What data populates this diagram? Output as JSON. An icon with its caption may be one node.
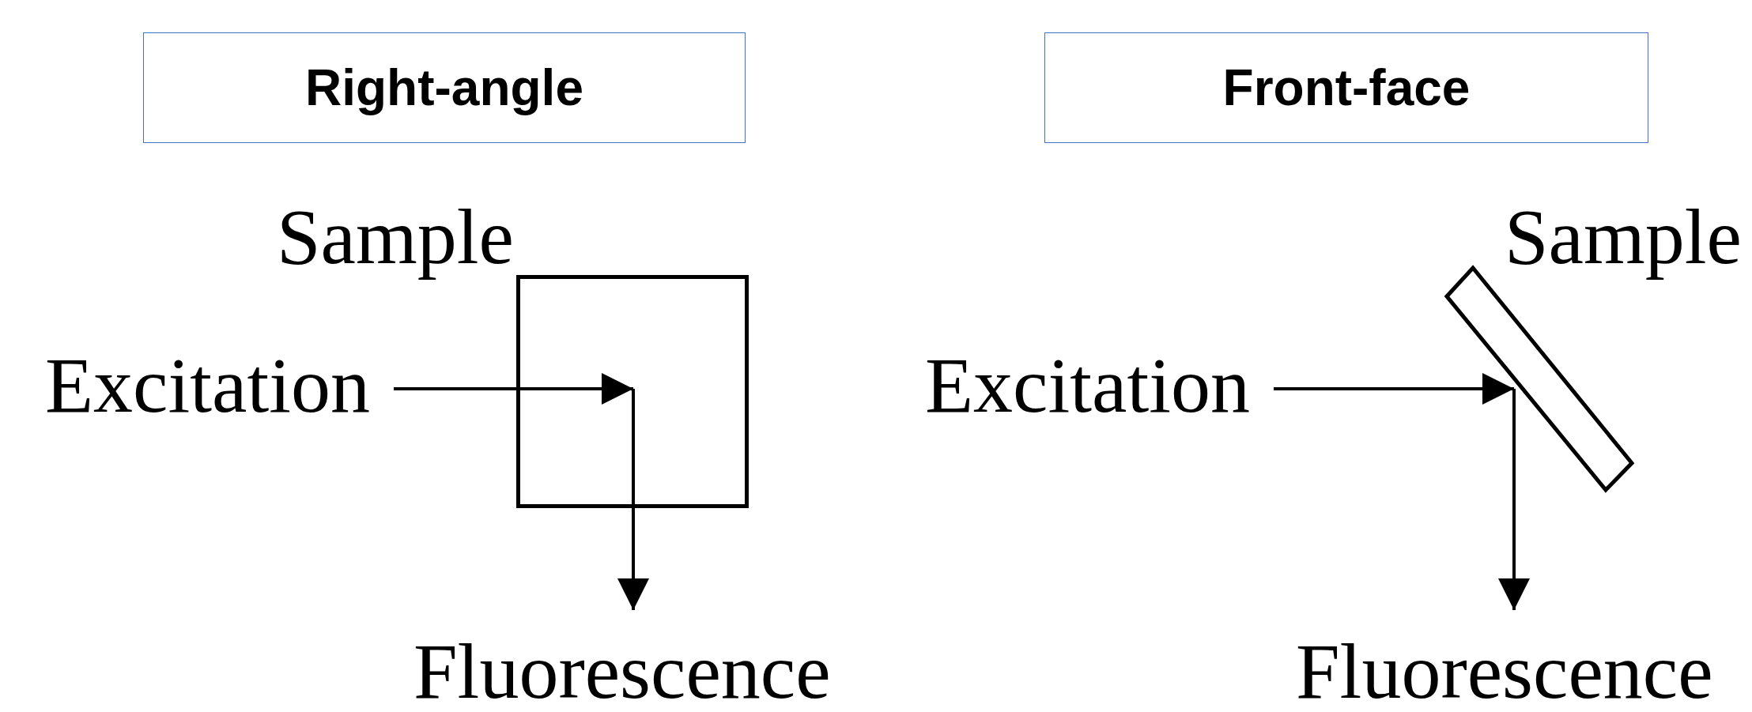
{
  "diagram": {
    "nodes": [
      {
        "text": [
          "Right-angle"
        ]
      },
      {
        "text": [
          "Front-face"
        ]
      },
      {
        "text": [
          "Sample"
        ]
      },
      {
        "text": [
          "Excitation"
        ]
      },
      {
        "text": [
          "Fluorescence"
        ]
      },
      {
        "text": [
          "Sample"
        ]
      },
      {
        "text": [
          "Excitation"
        ]
      },
      {
        "text": [
          "Fluorescence"
        ]
      }
    ],
    "edges": [
      {
        "from": 3,
        "to": 2,
        "arrow": "to"
      },
      {
        "from": 2,
        "to": 4,
        "arrow": "to"
      },
      {
        "from": 6,
        "to": 5,
        "arrow": "to"
      },
      {
        "from": 5,
        "to": 7,
        "arrow": "to"
      }
    ]
  }
}
